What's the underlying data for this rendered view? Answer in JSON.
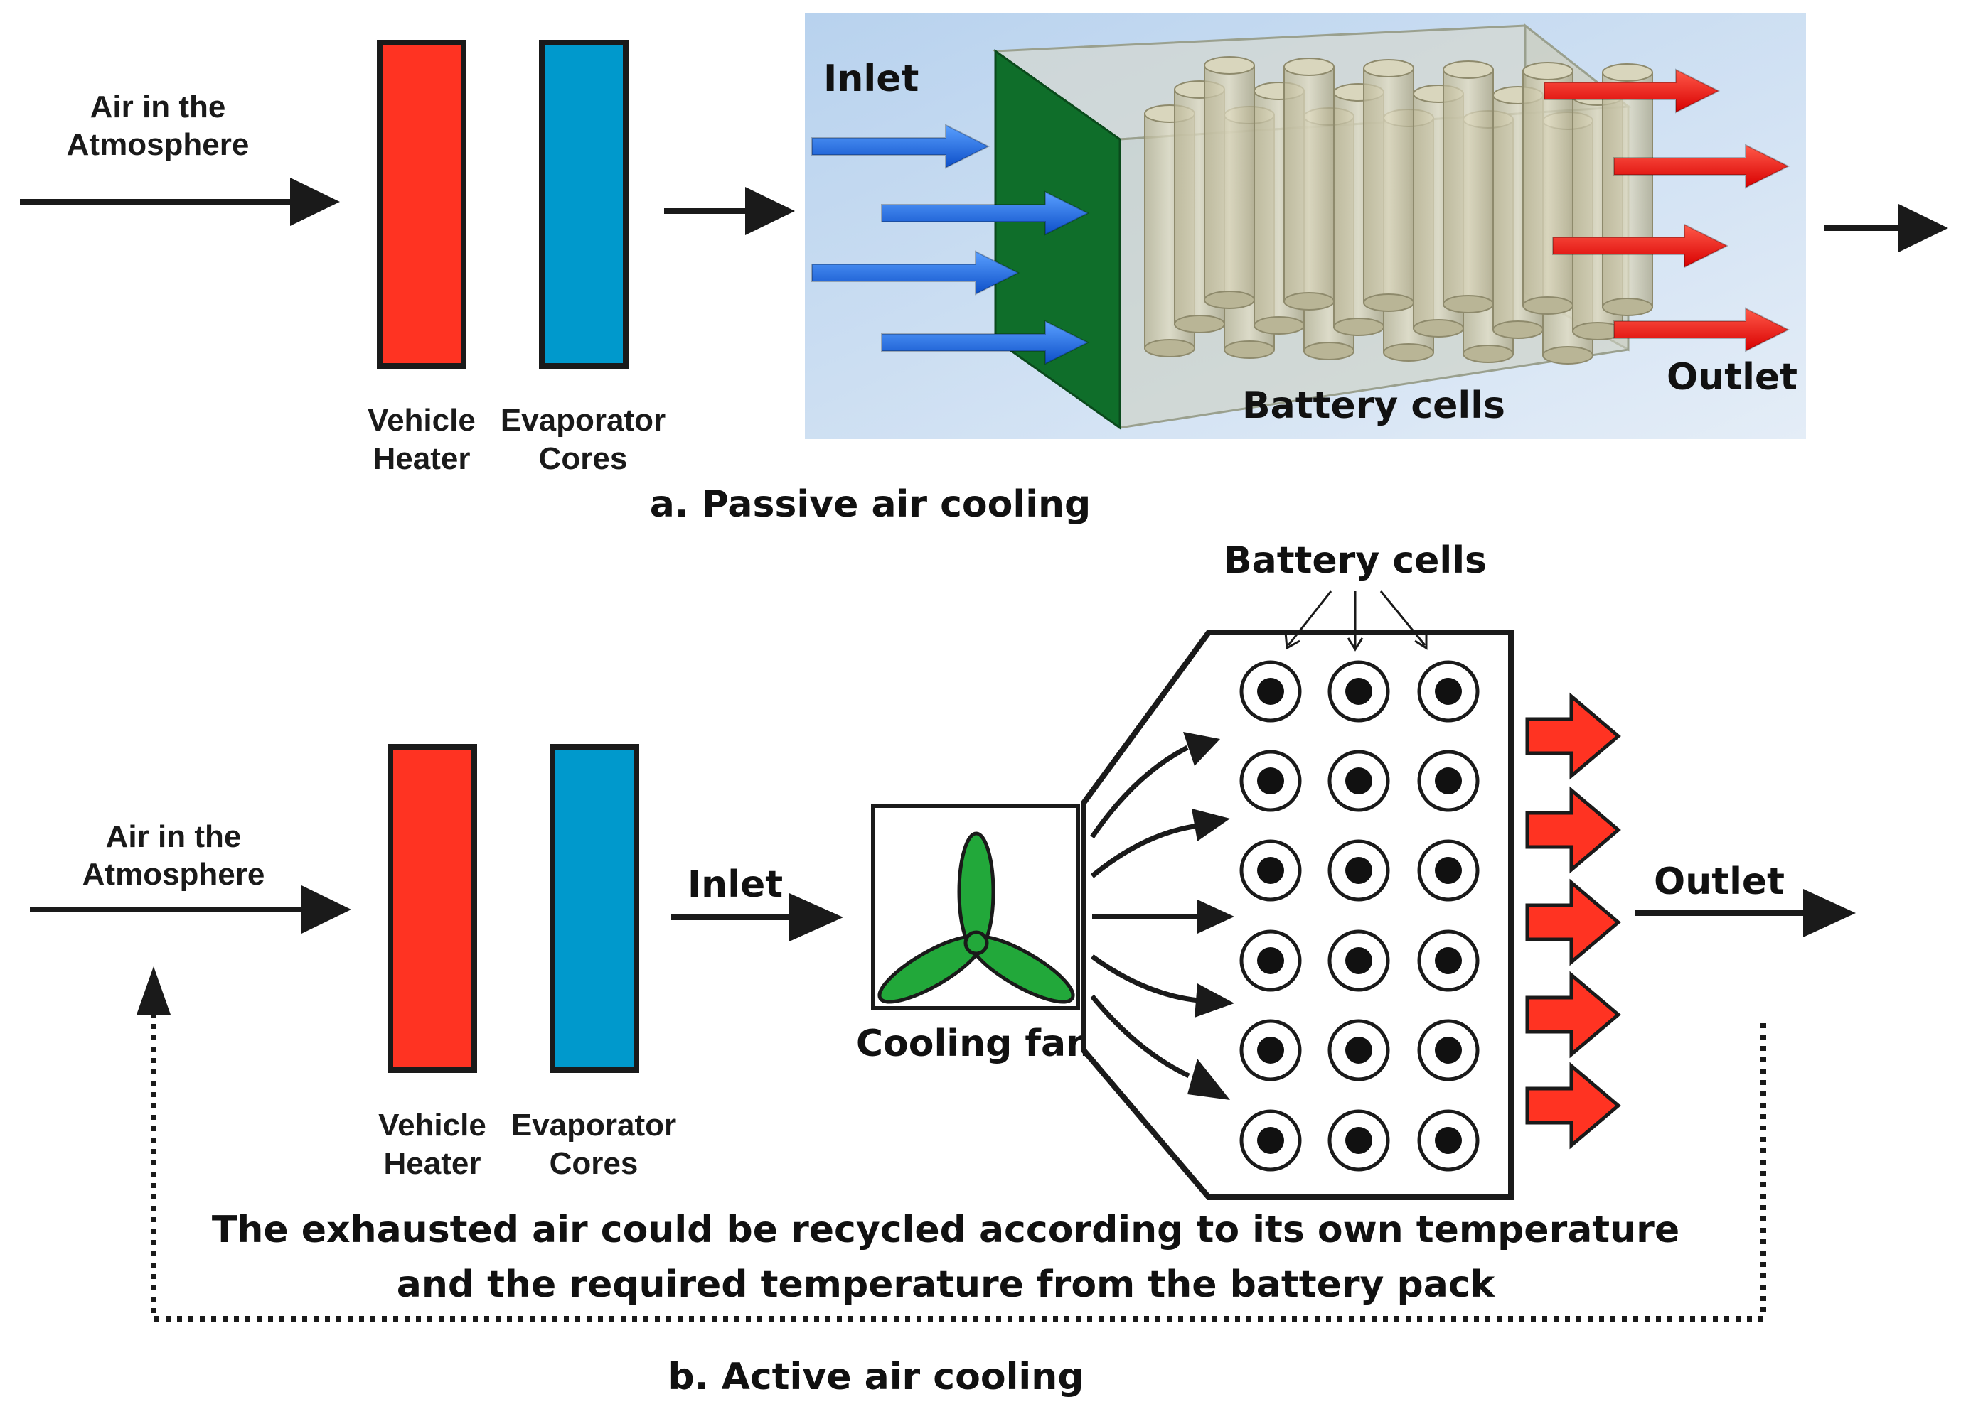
{
  "colors": {
    "heater": "#ff3322",
    "evaporator": "#0099cc",
    "inlet_arrow": "#1560e0",
    "outlet_arrow": "#ff1a1a",
    "fan_blade": "#22a83a",
    "inlet_face": "#0f6e2a",
    "panel_bg": "#cfe0f2",
    "stroke": "#1a1a1a"
  },
  "passive": {
    "air_label_line1": "Air in the",
    "air_label_line2": "Atmosphere",
    "heater_label_line1": "Vehicle",
    "heater_label_line2": "Heater",
    "evap_label_line1": "Evaporator",
    "evap_label_line2": "Cores",
    "inlet_label": "Inlet",
    "outlet_label": "Outlet",
    "battery_label": "Battery cells",
    "caption": "a. Passive air cooling"
  },
  "active": {
    "air_label_line1": "Air in the",
    "air_label_line2": "Atmosphere",
    "heater_label_line1": "Vehicle",
    "heater_label_line2": "Heater",
    "evap_label_line1": "Evaporator",
    "evap_label_line2": "Cores",
    "inlet_label": "Inlet",
    "fan_label": "Cooling fan",
    "battery_label": "Battery cells",
    "outlet_label": "Outlet",
    "recycle_note_line1": "The exhausted air could be recycled according to its own temperature",
    "recycle_note_line2": "and the required temperature from the battery pack",
    "caption": "b. Active air cooling"
  }
}
